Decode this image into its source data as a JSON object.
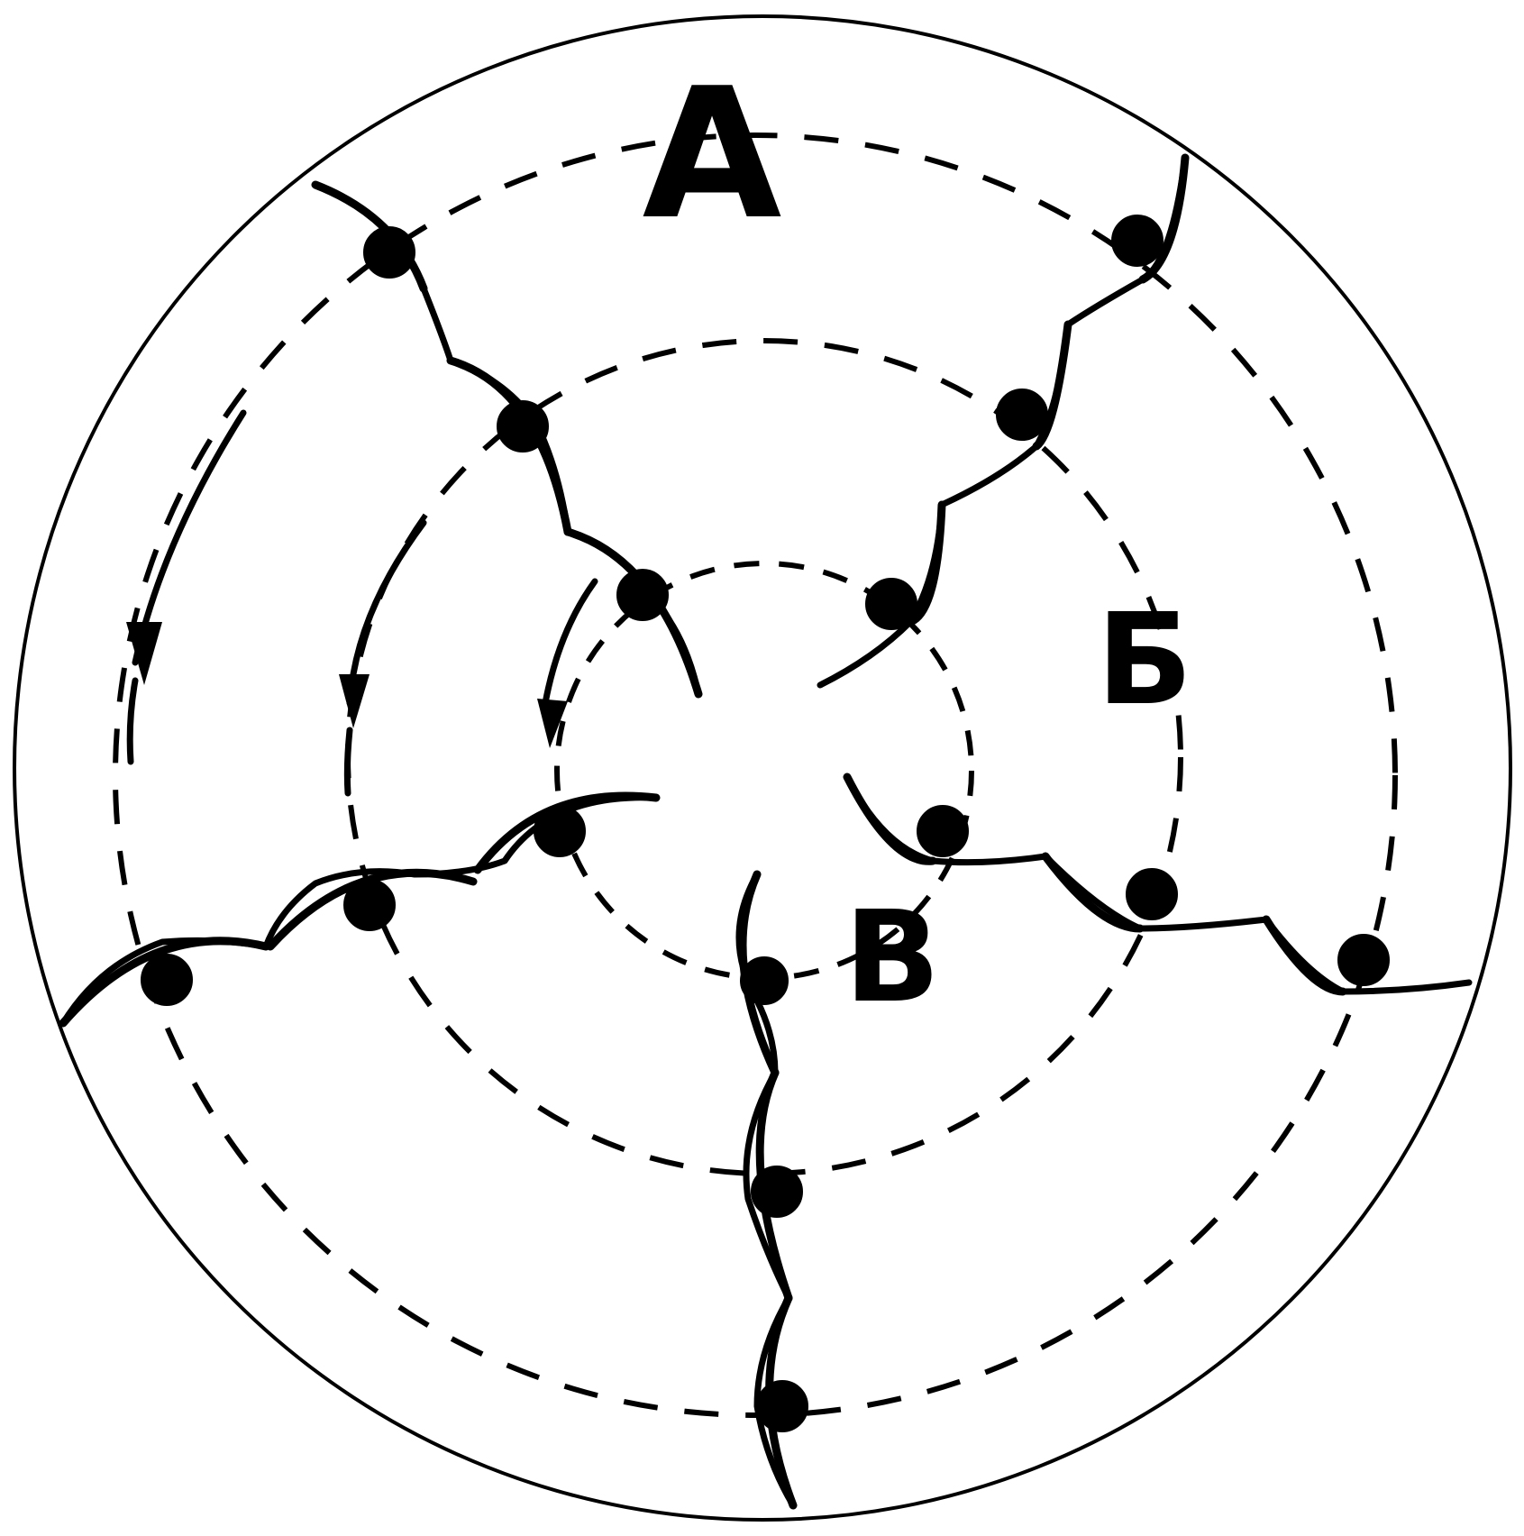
{
  "labels": {
    "a": "А",
    "b": "Б",
    "v": "В"
  },
  "colors": {
    "stroke": "#000000",
    "background": "#ffffff"
  }
}
